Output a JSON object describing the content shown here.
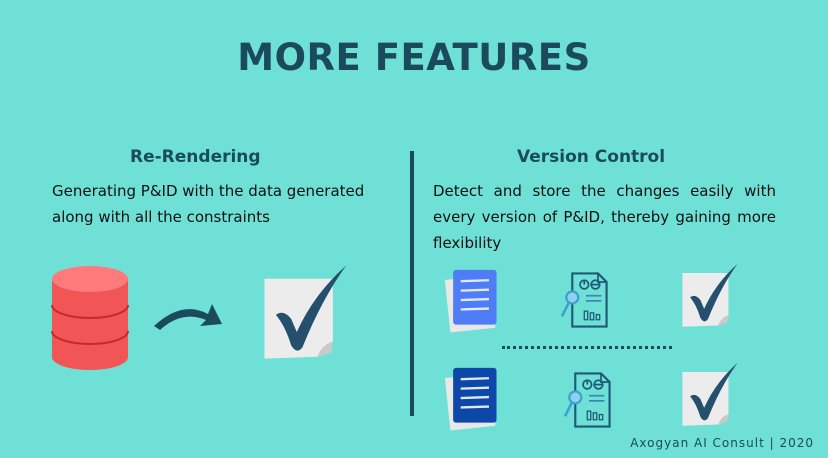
{
  "title": "MORE FEATURES",
  "left": {
    "heading": "Re-Rendering",
    "description": "Generating P&ID with the data generated along with all the constraints"
  },
  "right": {
    "heading": "Version Control",
    "description": "Detect and store the changes easily with every version of P&ID, thereby gaining more flexibility"
  },
  "footer": "Axogyan AI Consult | 2020",
  "colors": {
    "background": "#6fe0d5",
    "accent": "#1b4a5c",
    "database": "#f25555",
    "doc_light": "#4f7df5",
    "doc_dark": "#0d47a8"
  }
}
